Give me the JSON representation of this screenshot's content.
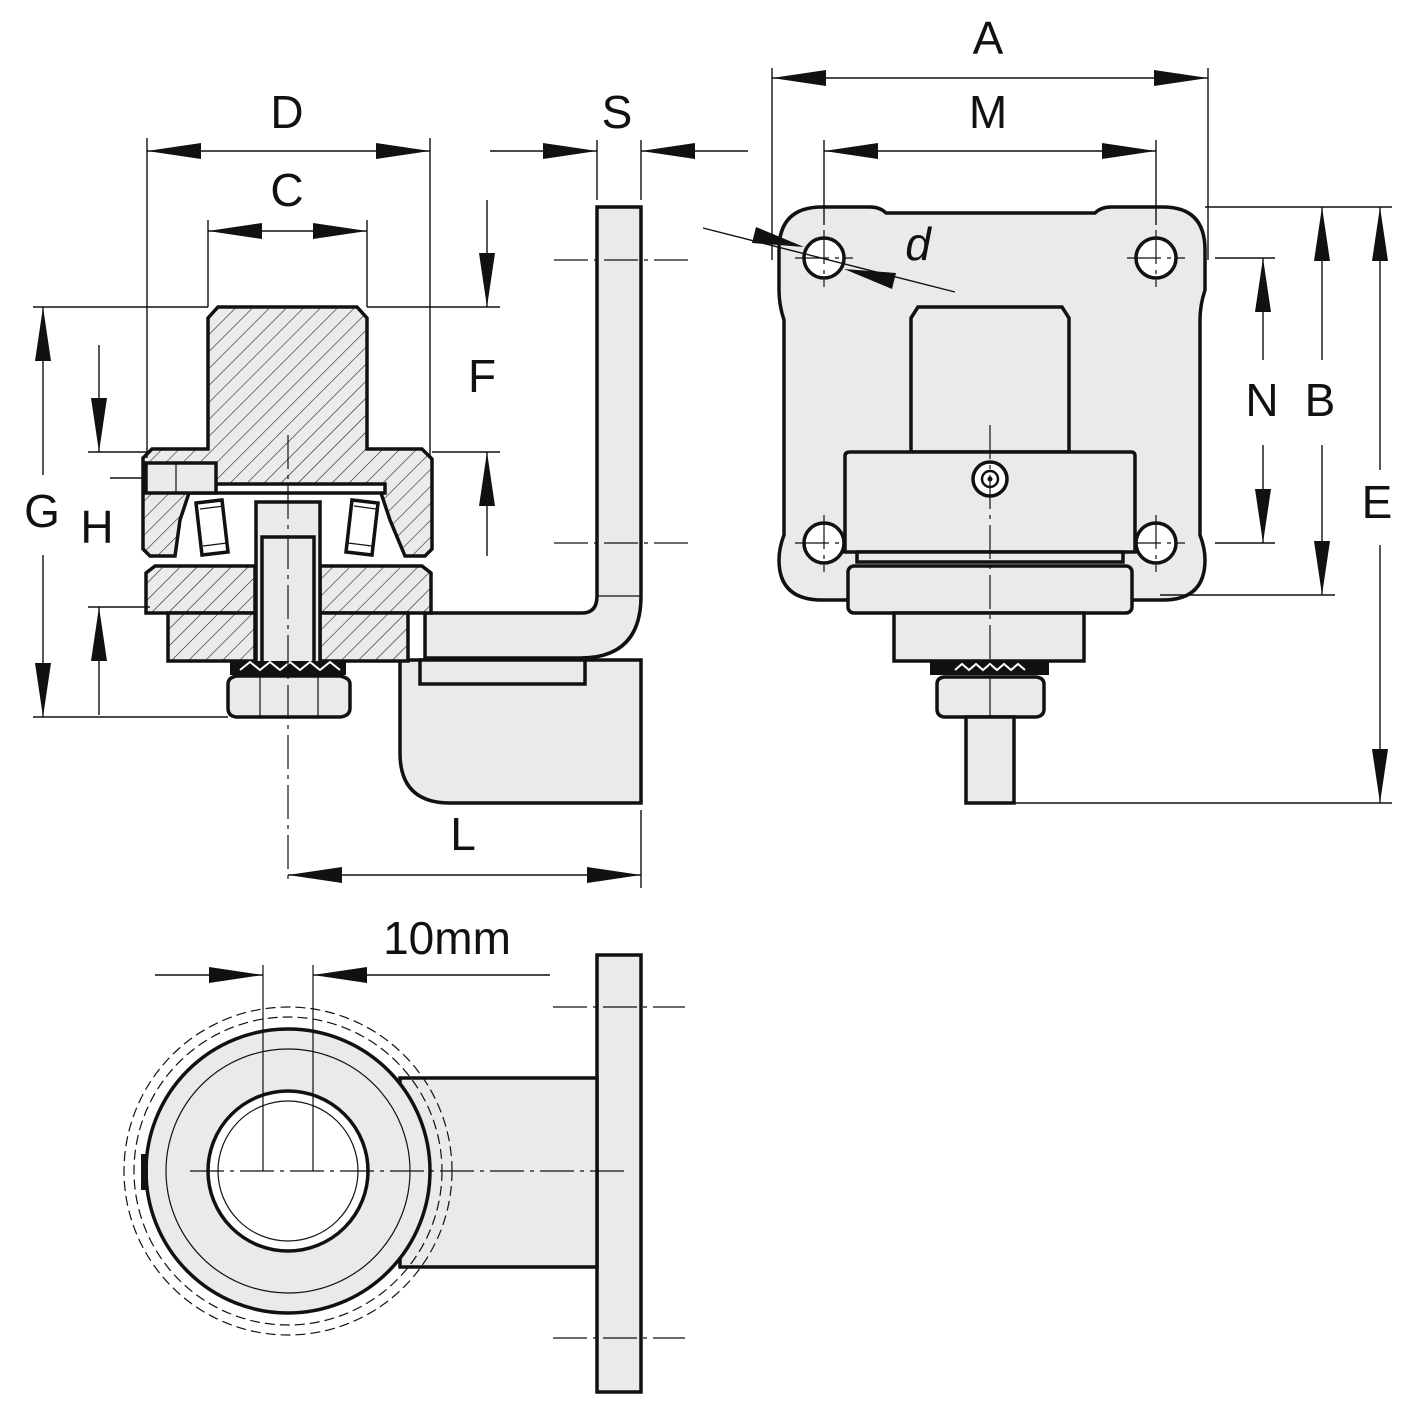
{
  "figure": {
    "views": [
      "side-section-view",
      "front-view",
      "top-view"
    ]
  },
  "labels": {
    "A": "A",
    "M": "M",
    "D": "D",
    "C": "C",
    "S": "S",
    "F": "F",
    "G": "G",
    "H": "H",
    "d": "d",
    "N": "N",
    "B": "B",
    "E": "E",
    "L": "L",
    "ten_mm": "10mm"
  },
  "colors": {
    "line": "#111111",
    "part_fill": "#e9ebea",
    "background": "#ffffff"
  }
}
